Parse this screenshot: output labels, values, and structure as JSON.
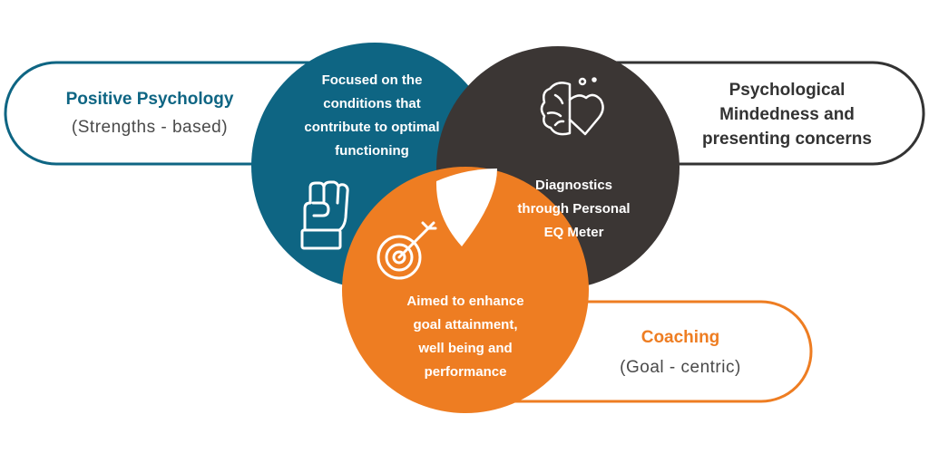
{
  "colors": {
    "teal": "#0e6583",
    "dark": "#3b3634",
    "orange": "#ee7d22",
    "outline_dark": "#333333"
  },
  "left_pill": {
    "title": "Positive Psychology",
    "subtitle": "(Strengths - based)"
  },
  "right_pill": {
    "title_lines": [
      "Psychological",
      "Mindedness and",
      "presenting concerns"
    ]
  },
  "bottom_pill": {
    "title": "Coaching",
    "subtitle": "(Goal - centric)"
  },
  "teal_circle": {
    "lines": [
      "Focused on the",
      "conditions that",
      "contribute to optimal",
      "functioning"
    ],
    "icon": "fist-icon"
  },
  "dark_circle": {
    "lines": [
      "Diagnostics",
      "through Personal",
      "EQ Meter"
    ],
    "icon": "brain-heart-icon"
  },
  "orange_circle": {
    "lines": [
      "Aimed to enhance",
      "goal attainment,",
      "well being and",
      "performance"
    ],
    "icon": "target-icon"
  }
}
